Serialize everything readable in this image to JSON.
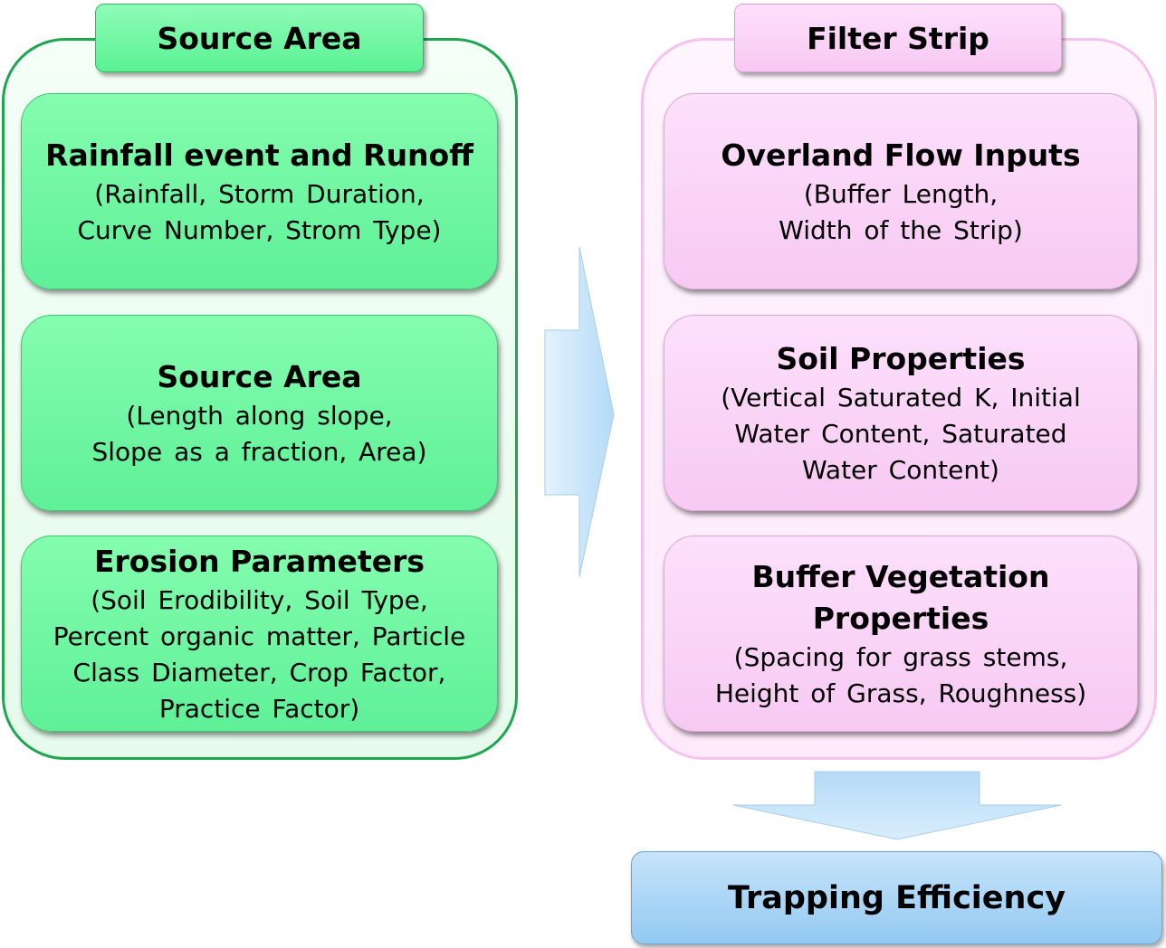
{
  "source": {
    "title": "Source Area",
    "boxes": [
      {
        "heading": "Rainfall event and Runoff",
        "lines": [
          "(Rainfall, Storm Duration,",
          "Curve Number, Strom Type)"
        ]
      },
      {
        "heading": "Source Area",
        "lines": [
          "(Length along slope,",
          "Slope as a fraction, Area)"
        ]
      },
      {
        "heading": "Erosion Parameters",
        "lines": [
          "(Soil Erodibility, Soil Type,",
          "Percent organic matter, Particle",
          "Class Diameter, Crop Factor,",
          "Practice Factor)"
        ]
      }
    ]
  },
  "filter": {
    "title": "Filter Strip",
    "boxes": [
      {
        "heading": "Overland Flow Inputs",
        "lines": [
          "(Buffer Length,",
          "Width of the Strip)"
        ]
      },
      {
        "heading": "Soil Properties",
        "lines": [
          "(Vertical Saturated K, Initial",
          "Water Content, Saturated",
          "Water Content)"
        ]
      },
      {
        "heading_lines": [
          "Buffer Vegetation",
          "Properties"
        ],
        "lines": [
          "(Spacing for grass stems,",
          "Height of Grass, Roughness)"
        ]
      }
    ]
  },
  "result": {
    "label": "Trapping Efficiency"
  },
  "colors": {
    "green_fill": "#6ff7a2",
    "green_border": "#1fa650",
    "pink_fill": "#fbd6f8",
    "pink_border": "#f6c2ef",
    "arrow_fill": "#c5e3fa",
    "result_fill": "#a9d4f5"
  }
}
